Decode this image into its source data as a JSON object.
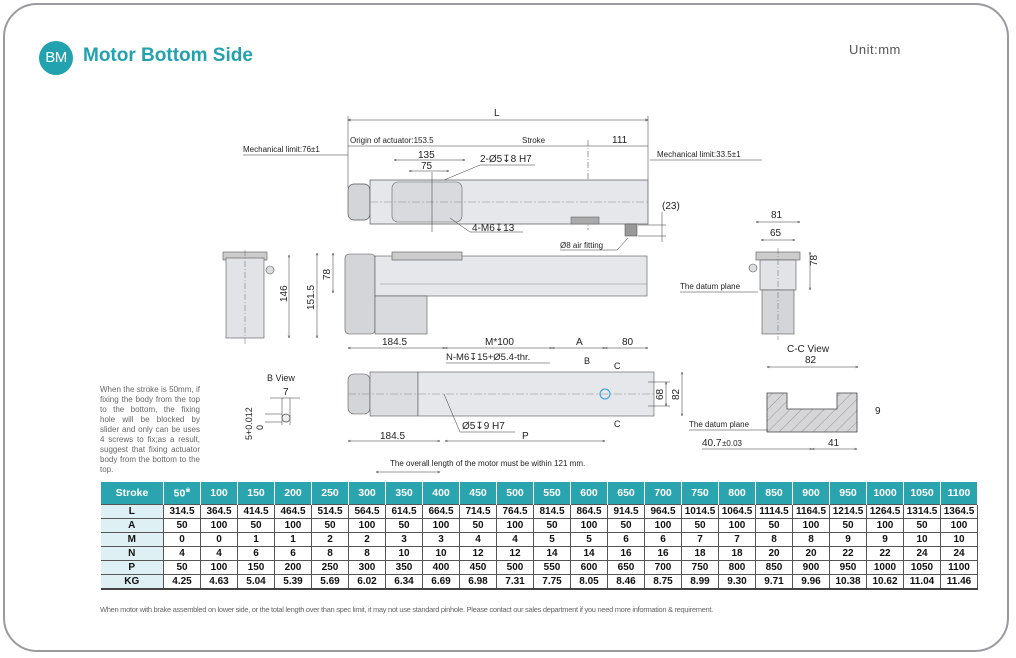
{
  "header": {
    "badge": "BM",
    "title": "Motor Bottom Side",
    "unit": "Unit:mm"
  },
  "drawing": {
    "top_view": {
      "L": "L",
      "origin": "Origin of actuator:153.5",
      "stroke": "Stroke",
      "d111": "111",
      "mech_limit_left": "Mechanical limit:76±1",
      "mech_limit_right": "Mechanical limit:33.5±1",
      "d135": "135",
      "d75": "75",
      "pin_holes": "2-Ø5↧8 H7",
      "tap_holes": "4-M6↧13",
      "d23": "(23)",
      "air_fitting": "Ø8 air fitting"
    },
    "end_view_right": {
      "d81": "81",
      "d65": "65",
      "d78": "78",
      "datum": "The datum plane"
    },
    "side_view": {
      "d146": "146",
      "d151_5": "151.5",
      "d78": "78"
    },
    "bottom_view": {
      "d184_5_top": "184.5",
      "m100": "M*100",
      "A": "A",
      "d80": "80",
      "n_holes": "N-M6↧15+Ø5.4-thr.",
      "B": "B",
      "C": "C",
      "d68": "68",
      "d82": "82",
      "pin": "Ø5↧9 H7",
      "d184_5_bot": "184.5",
      "P": "P",
      "motor_note": "The overall length of the motor must be within 121 mm."
    },
    "b_view": {
      "label": "B View",
      "d7": "7",
      "tol": "5+0.012",
      "zero": "0"
    },
    "cc_view": {
      "label": "C-C View",
      "d82": "82",
      "d9": "9",
      "datum": "The datum plane",
      "d40_7": "40.7",
      "tol": "±0.03",
      "d41": "41"
    },
    "colors": {
      "accent": "#22a2ae",
      "orange": "#f0922c",
      "blue": "#2a9be0"
    }
  },
  "stroke_note": "When the stroke is 50mm, if fixing the body from the top to the bottom, the fixing hole will be blocked by slider and only can be uses 4 screws to fix;as a result, suggest that fixing actuator body from the bottom to the top.",
  "table": {
    "header_label": "Stroke",
    "strokes": [
      "50",
      "100",
      "150",
      "200",
      "250",
      "300",
      "350",
      "400",
      "450",
      "500",
      "550",
      "600",
      "650",
      "700",
      "750",
      "800",
      "850",
      "900",
      "950",
      "1000",
      "1050",
      "1100"
    ],
    "first_stroke_mark": "※",
    "rows": [
      {
        "label": "L",
        "values": [
          "314.5",
          "364.5",
          "414.5",
          "464.5",
          "514.5",
          "564.5",
          "614.5",
          "664.5",
          "714.5",
          "764.5",
          "814.5",
          "864.5",
          "914.5",
          "964.5",
          "1014.5",
          "1064.5",
          "1114.5",
          "1164.5",
          "1214.5",
          "1264.5",
          "1314.5",
          "1364.5"
        ]
      },
      {
        "label": "A",
        "values": [
          "50",
          "100",
          "50",
          "100",
          "50",
          "100",
          "50",
          "100",
          "50",
          "100",
          "50",
          "100",
          "50",
          "100",
          "50",
          "100",
          "50",
          "100",
          "50",
          "100",
          "50",
          "100"
        ]
      },
      {
        "label": "M",
        "values": [
          "0",
          "0",
          "1",
          "1",
          "2",
          "2",
          "3",
          "3",
          "4",
          "4",
          "5",
          "5",
          "6",
          "6",
          "7",
          "7",
          "8",
          "8",
          "9",
          "9",
          "10",
          "10"
        ]
      },
      {
        "label": "N",
        "values": [
          "4",
          "4",
          "6",
          "6",
          "8",
          "8",
          "10",
          "10",
          "12",
          "12",
          "14",
          "14",
          "16",
          "16",
          "18",
          "18",
          "20",
          "20",
          "22",
          "22",
          "24",
          "24"
        ]
      },
      {
        "label": "P",
        "values": [
          "50",
          "100",
          "150",
          "200",
          "250",
          "300",
          "350",
          "400",
          "450",
          "500",
          "550",
          "600",
          "650",
          "700",
          "750",
          "800",
          "850",
          "900",
          "950",
          "1000",
          "1050",
          "1100"
        ]
      },
      {
        "label": "KG",
        "values": [
          "4.25",
          "4.63",
          "5.04",
          "5.39",
          "5.69",
          "6.02",
          "6.34",
          "6.69",
          "6.98",
          "7.31",
          "7.75",
          "8.05",
          "8.46",
          "8.75",
          "8.99",
          "9.30",
          "9.71",
          "9.96",
          "10.38",
          "10.62",
          "11.04",
          "11.46"
        ]
      }
    ]
  },
  "footer": "When motor with brake assembled on lower side, or the total length over than spec limit, it may not use standard pinhole. Please contact our sales department if you need more information & requirement."
}
